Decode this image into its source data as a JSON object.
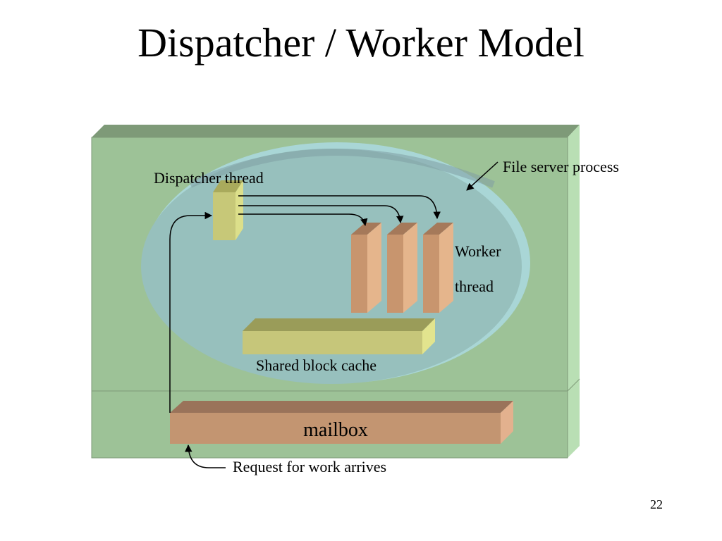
{
  "slide": {
    "title": "Dispatcher / Worker Model",
    "page_number": "22"
  },
  "diagram": {
    "labels": {
      "file_server_process": "File server process",
      "dispatcher_thread": "Dispatcher thread",
      "worker_line1": "Worker",
      "worker_line2": "thread",
      "shared_block_cache": "Shared block cache",
      "mailbox": "mailbox",
      "request": "Request for work arrives"
    }
  }
}
